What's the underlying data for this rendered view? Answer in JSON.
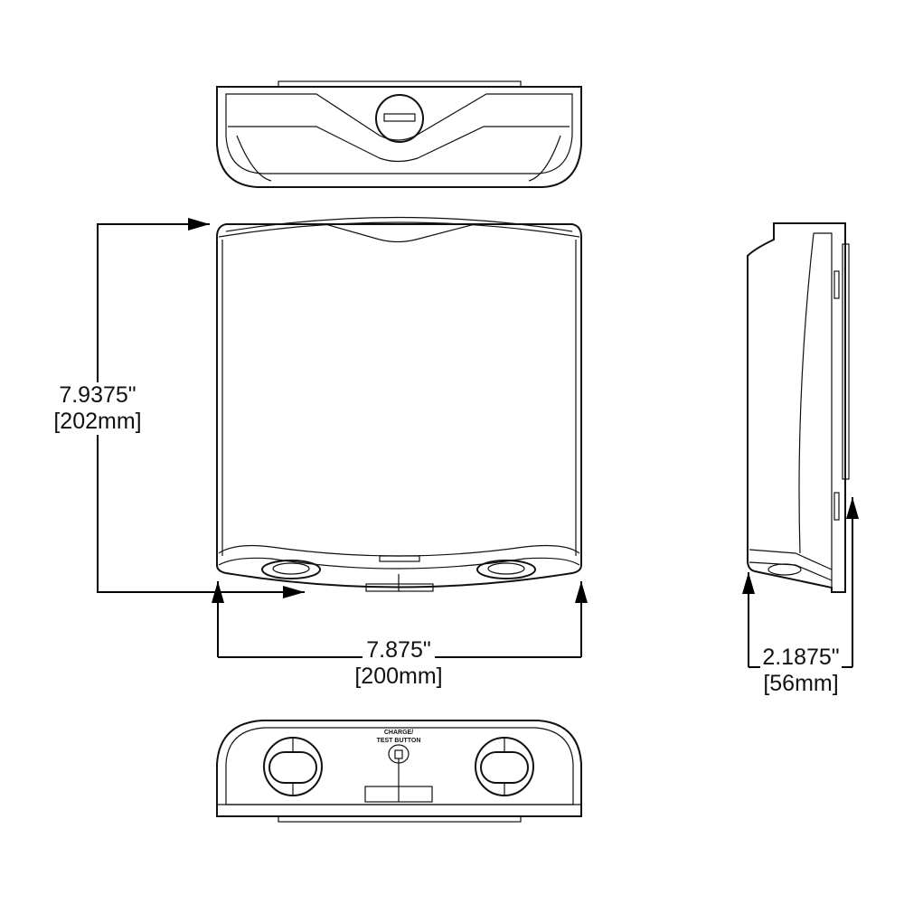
{
  "dimensions": {
    "height": {
      "inches": "7.9375\"",
      "mm": "[202mm]"
    },
    "width": {
      "inches": "7.875\"",
      "mm": "[200mm]"
    },
    "depth": {
      "inches": "2.1875\"",
      "mm": "[56mm]"
    }
  },
  "labels": {
    "charge_test_line1": "CHARGE/",
    "charge_test_line2": "TEST BUTTON"
  }
}
